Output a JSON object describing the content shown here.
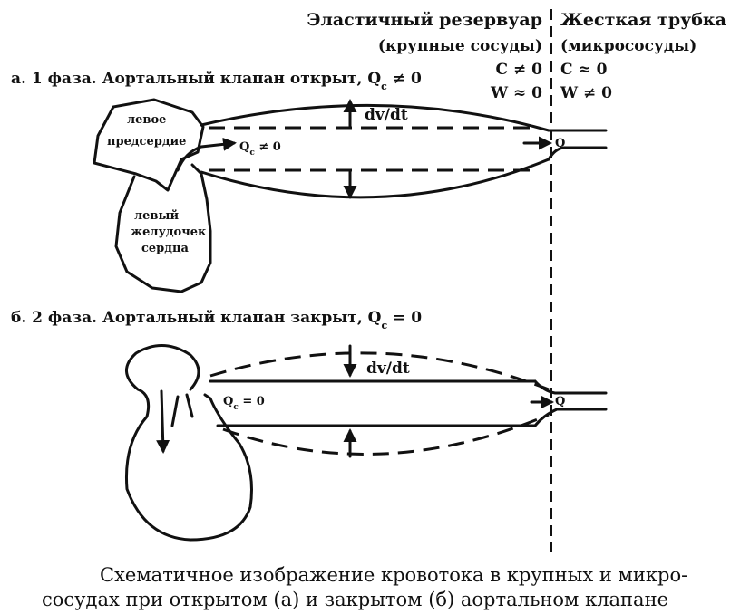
{
  "header": {
    "reservoir_title": "Эластичный резервуар",
    "reservoir_sub": "(крупные сосуды)",
    "reservoir_c": "C ≠ 0",
    "reservoir_w": "W ≈ 0",
    "tube_title": "Жесткая трубка",
    "tube_sub": "(микрососуды)",
    "tube_c": "C ≈ 0",
    "tube_w": "W ≠ 0"
  },
  "phase1": {
    "title": "а. 1 фаза. Аортальный клапан открыт, Q",
    "title_sub": "c",
    "title_rel": " ≠ 0",
    "atrium_label_1": "левое",
    "atrium_label_2": "предсердие",
    "ventricle_label_1": "левый",
    "ventricle_label_2": "желудочек",
    "ventricle_label_3": "сердца",
    "flow_label": "Q",
    "flow_sub": "c",
    "flow_rel": " ≠ 0",
    "dvdt": "dv/dt",
    "q": "Q"
  },
  "phase2": {
    "title": "б. 2 фаза. Аортальный клапан закрыт, Q",
    "title_sub": "c",
    "title_rel": " = 0",
    "flow_label": "Q",
    "flow_sub": "c",
    "flow_rel": " = 0",
    "dvdt": "dv/dt",
    "q": "Q"
  },
  "caption": {
    "line1": "Схематичное изображение кровотока в крупных и микро-",
    "line2": "сосудах при открытом (а) и закрытом (б) аортальном клапане"
  }
}
